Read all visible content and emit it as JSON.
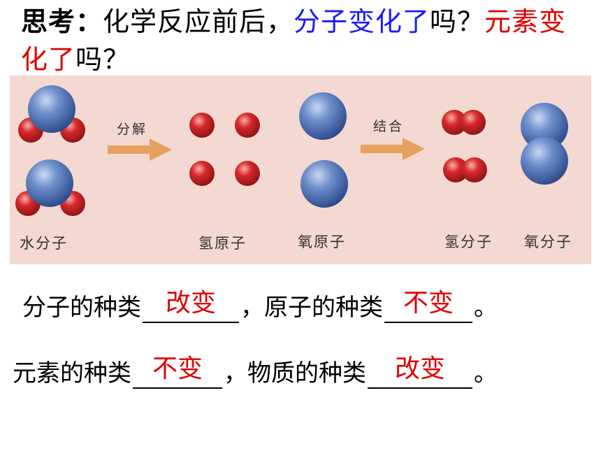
{
  "title": {
    "think_label": "思考：",
    "question_part1": "化学反应前后，",
    "question_molecule": "分子变化了",
    "question_mark1": "吗？",
    "question_element": "元素变化了",
    "question_mark2": "吗？"
  },
  "diagram": {
    "labels": {
      "water": "水分子",
      "hydrogen_atom": "氢原子",
      "oxygen_atom": "氧原子",
      "hydrogen_molecule": "氢分子",
      "oxygen_molecule": "氧分子"
    },
    "arrows": {
      "decompose": "分解",
      "combine": "结合"
    },
    "colors": {
      "hydrogen": "#d8282b",
      "oxygen": "#4a73b8",
      "arrow": "#e8a060",
      "background": "#f3d9d1"
    }
  },
  "fill_in": {
    "line1": {
      "prefix": "分子的种类",
      "answer1": "改变",
      "middle": "，原子的种类",
      "answer2": "不变",
      "suffix": "。"
    },
    "line2": {
      "prefix": "元素的种类",
      "answer1": "不变",
      "middle": "，物质的种类",
      "answer2": "改变",
      "suffix": "。"
    }
  }
}
